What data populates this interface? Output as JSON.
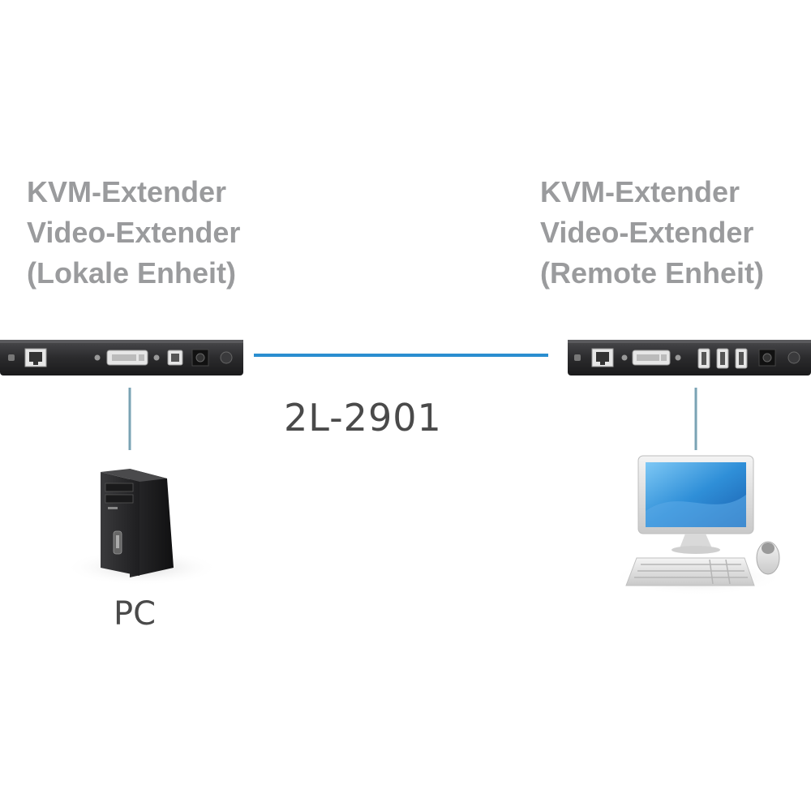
{
  "local_unit": {
    "line1": "KVM-Extender",
    "line2": "Video-Extender",
    "line3": "(Lokale Enheit)"
  },
  "remote_unit": {
    "line1": "KVM-Extender",
    "line2": "Video-Extender",
    "line3": "(Remote Enheit)"
  },
  "cable": {
    "label": "2L-2901",
    "color": "#2a8ed0"
  },
  "pc": {
    "label": "PC"
  },
  "colors": {
    "label_gray": "#9a9b9d",
    "connector_line": "#7aa3b4",
    "device_body": "#2b2b2d"
  }
}
